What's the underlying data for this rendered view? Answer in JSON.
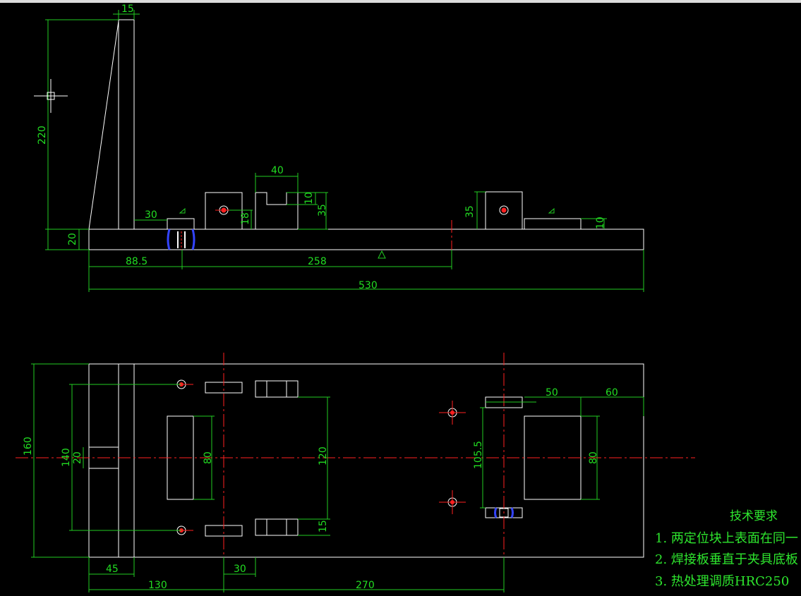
{
  "drawing": {
    "front_view": {
      "dimensions": {
        "stand_width": "15",
        "stand_height": "220",
        "base_thickness": "20",
        "weld_plate_length": "30",
        "block_width": "40",
        "block_slot_depth": "10",
        "block_height_left": "35",
        "pin_height": "18",
        "block_height_right": "35",
        "plate_thickness": "10",
        "left_offset": "88.5",
        "center_span": "258",
        "overall_length": "530"
      }
    },
    "top_view": {
      "dimensions": {
        "overall_width": "160",
        "hole_spacing": "140",
        "slot_width": "20",
        "pad_width_left": "80",
        "block_spacing": "120",
        "block_depth": "15",
        "right_hole_spacing": "105.5",
        "right_pad_width": "50",
        "right_edge_offset": "60",
        "right_pad_height": "80",
        "stand_offset": "45",
        "block_offset": "30",
        "left_to_center": "130",
        "center_to_center": "270"
      }
    },
    "technical_requirements": {
      "title": "技术要求",
      "items": [
        "1. 两定位块上表面在同一",
        "2. 焊接板垂直于夹具底板",
        "3. 热处理调质HRC250"
      ]
    }
  },
  "colors": {
    "background": "#000000",
    "outline": "#ffffff",
    "dimension": "#22cc22",
    "centerline": "#ff2020",
    "weld": "#3344ff"
  }
}
